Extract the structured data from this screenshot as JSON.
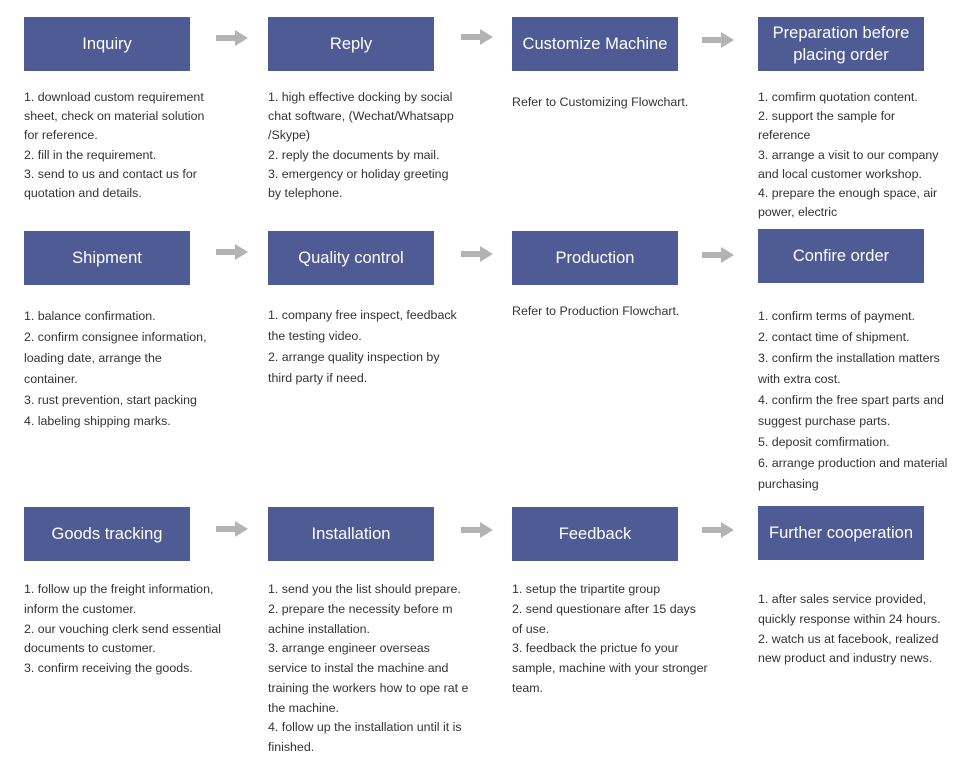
{
  "colors": {
    "box_fill": "#4e5b95",
    "box_text": "#ffffff",
    "arrow": "#b3b3b3",
    "body_text": "#333333"
  },
  "steps": [
    {
      "title": "Inquiry",
      "lines": [
        "1. download custom requirement",
        "sheet, check on material solution",
        "for reference.",
        "2. fill in the requirement.",
        "3. send to us and contact us for",
        "quotation and details."
      ]
    },
    {
      "title": "Reply",
      "lines": [
        "1. high effective docking by social",
        "chat software, (Wechat/Whatsapp",
        "/Skype)",
        "2. reply the documents by mail.",
        "3. emergency or holiday greeting",
        "by telephone."
      ]
    },
    {
      "title": "Customize Machine",
      "lines": [
        "Refer to Customizing Flowchart."
      ]
    },
    {
      "title": "Preparation before\nplacing order",
      "lines": [
        "1. comfirm quotation content.",
        "2. support the sample for",
        "reference",
        "3. arrange a visit to our company",
        "and local customer workshop.",
        "4. prepare the enough space, air",
        "power, electric"
      ]
    },
    {
      "title": "Shipment",
      "lines": [
        "1. balance confirmation.",
        "2. confirm consignee information,",
        "loading date, arrange the",
        "container.",
        "3. rust prevention, start packing",
        "4. labeling shipping marks."
      ]
    },
    {
      "title": "Quality control",
      "lines": [
        "1. company free inspect, feedback",
        "the testing video.",
        "2. arrange quality inspection by",
        "third party if need."
      ]
    },
    {
      "title": "Production",
      "lines": [
        "Refer to Production Flowchart."
      ]
    },
    {
      "title": "Confire order",
      "lines": [
        "1. confirm terms of payment.",
        "2. contact time of shipment.",
        "3. confirm the installation matters",
        "with extra cost.",
        "4. confirm the free spart parts and",
        "suggest purchase parts.",
        "5. deposit comfirmation.",
        "6. arrange production and material",
        "purchasing"
      ]
    },
    {
      "title": "Goods tracking",
      "lines": [
        "1. follow up the freight information,",
        "inform the customer.",
        "2. our vouching clerk send essential",
        "documents to customer.",
        "3. confirm receiving the goods."
      ]
    },
    {
      "title": "Installation",
      "lines": [
        "1. send you the list should prepare.",
        "2. prepare the necessity before m",
        "achine installation.",
        "3. arrange engineer overseas",
        "service to instal the machine and",
        "training the workers how to ope rat e",
        "the machine.",
        "4. follow up the installation until it is",
        "finished."
      ]
    },
    {
      "title": "Feedback",
      "lines": [
        "1. setup the tripartite group",
        "2. send questionare after 15 days",
        "of use.",
        "3. feedback the prictue fo your",
        "sample, machine with your stronger",
        "team."
      ]
    },
    {
      "title": "Further cooperation",
      "lines": [
        "1. after sales service provided,",
        "quickly response within 24 hours.",
        "2. watch us at facebook, realized",
        "new product and industry news."
      ]
    }
  ]
}
